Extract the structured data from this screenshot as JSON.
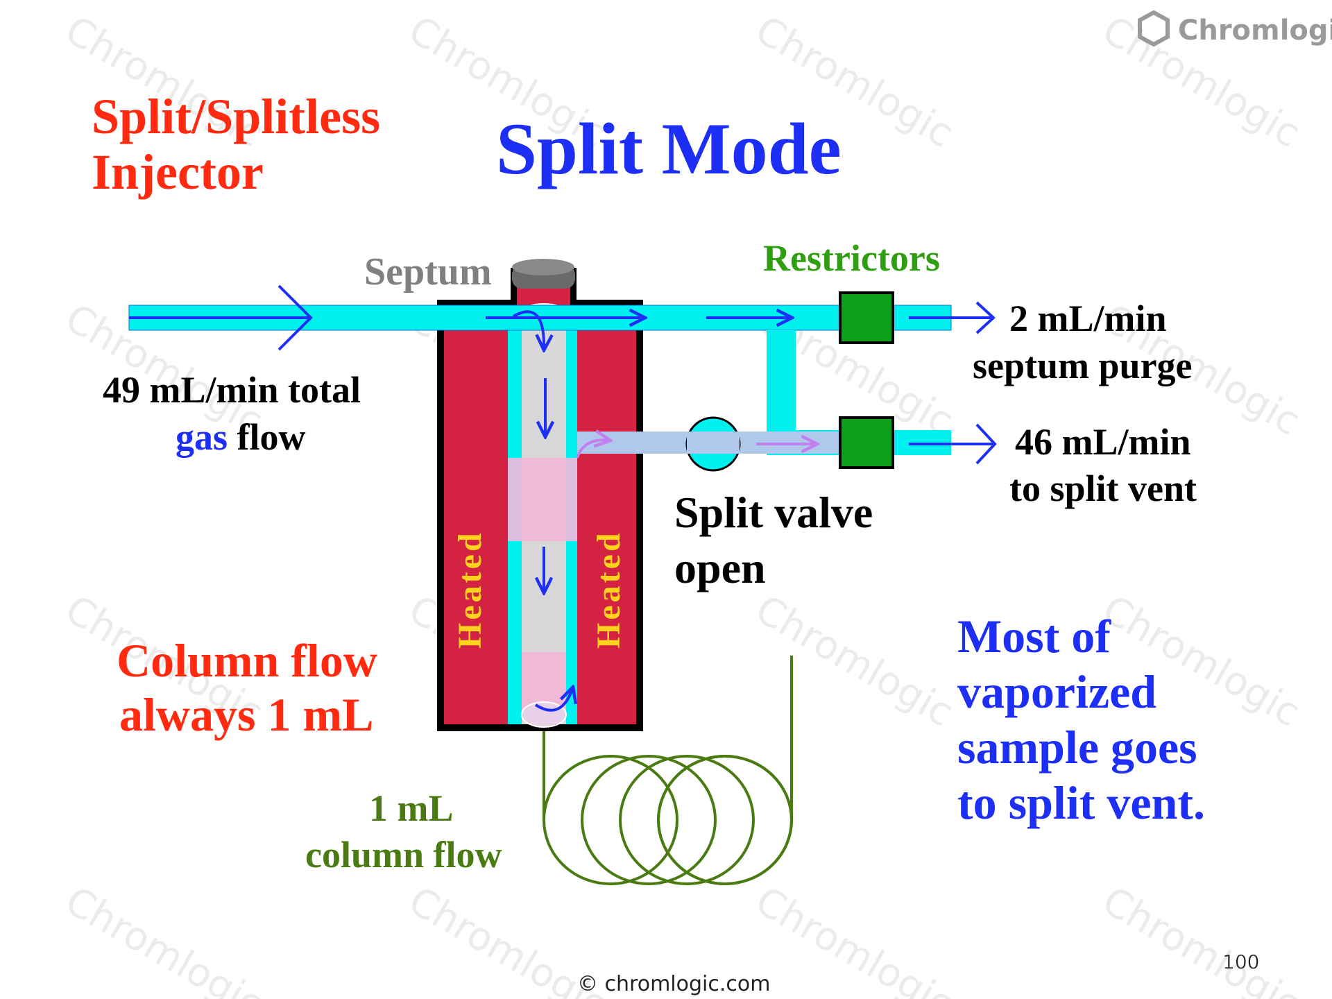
{
  "watermark": {
    "text": "Chromlogic"
  },
  "brand": {
    "name": "Chromlogic",
    "icon": "hexagon-logo-icon"
  },
  "header": {
    "subtitle_line1": "Split/Splitless",
    "subtitle_line2": "Injector",
    "title": "Split Mode"
  },
  "labels": {
    "septum": "Septum",
    "restrictors": "Restrictors",
    "total_flow_line1": "49 mL/min total",
    "gas_word": "gas",
    "flow_word": " flow",
    "heated_left": "Heated",
    "heated_right": "Heated",
    "split_valve_line1": "Split valve",
    "split_valve_line2": "open",
    "purge_line1": "2 mL/min",
    "purge_line2": "septum purge",
    "vent_line1": "46 mL/min",
    "vent_line2": "to split vent",
    "column_flow_line1": "Column flow",
    "column_flow_line2": "always 1 mL",
    "col_line1": "1 mL",
    "col_line2": "column flow",
    "note_line1": "Most of",
    "note_line2": "vaporized",
    "note_line3": "sample goes",
    "note_line4": "to split vent."
  },
  "footer": {
    "copyright": "© chromlogic.com",
    "page_number": "100"
  },
  "colors": {
    "red": "#ff2a10",
    "blue": "#1e2ff5",
    "green": "#2f9e10",
    "olive": "#4a7a12",
    "gray": "#808080",
    "cyan": "#00f0f0",
    "heater": "#d42242",
    "heated_text": "#ffd21e",
    "restrictor": "#0aa01a",
    "liner": "#d8d8d8",
    "vapor": "#f2b8d8",
    "split_line": "#b0c8ec",
    "purple_arrow": "#c080f0"
  }
}
